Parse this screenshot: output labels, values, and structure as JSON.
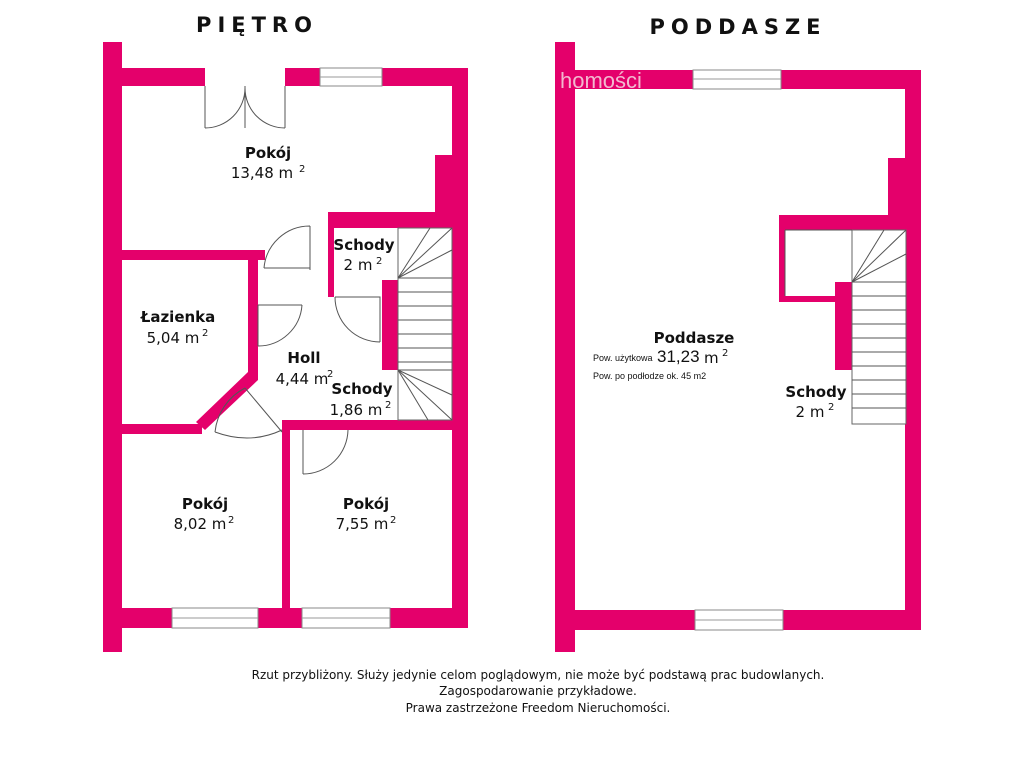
{
  "floors": {
    "left_title": "PIĘTRO",
    "right_title": "PODDASZE"
  },
  "pietro": {
    "pokoj_top": {
      "name": "Pokój",
      "area": "13,48 m",
      "exp": "2"
    },
    "schody_small": {
      "name": "Schody",
      "area": "2 m",
      "exp": "2"
    },
    "lazienka": {
      "name": "Łazienka",
      "area": "5,04 m",
      "exp": "2"
    },
    "holl": {
      "name": "Holl",
      "area": "4,44 m",
      "exp": "2"
    },
    "schody_main": {
      "name": "Schody",
      "area": "1,86 m",
      "exp": "2"
    },
    "pokoj_left": {
      "name": "Pokój",
      "area": "8,02 m",
      "exp": "2"
    },
    "pokoj_right": {
      "name": "Pokój",
      "area": "7,55 m",
      "exp": "2"
    }
  },
  "poddasze": {
    "name": "Poddasze",
    "usable_label": "Pow. użytkowa",
    "usable_area": "31,23",
    "usable_unit": "m",
    "usable_exp": "2",
    "floor_note": "Pow. po podłodze ok. 45 m2",
    "schody": {
      "name": "Schody",
      "area": "2 m",
      "exp": "2"
    }
  },
  "watermark": "homości",
  "footer": {
    "line1": "Rzut przybliżony. Służy jedynie celom poglądowym, nie może być podstawą prac budowlanych.",
    "line2": "Zagospodarowanie przykładowe.",
    "line3": "Prawa zastrzeżone Freedom Nieruchomości."
  },
  "colors": {
    "wall": "#e4006b",
    "text": "#111111",
    "background": "#ffffff"
  }
}
